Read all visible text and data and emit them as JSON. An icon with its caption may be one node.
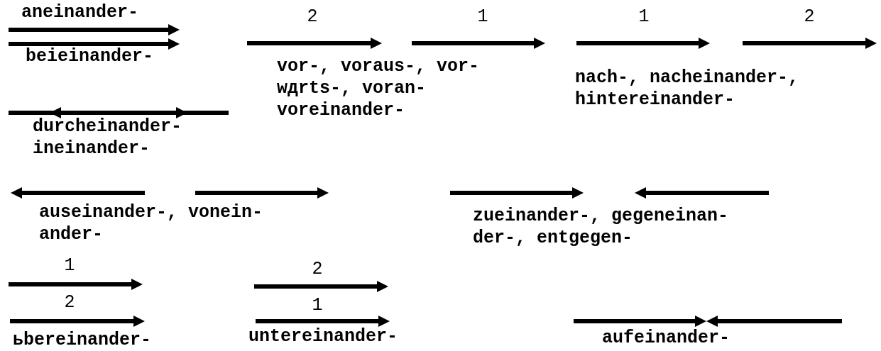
{
  "diagram": {
    "labels": [
      "aneinander-",
      "2",
      "1",
      "1",
      "2",
      "beieinander-",
      "vor-, voraus-, vor- wдrts-, voran- voreinander-",
      "nach-, nacheinander-, hintereinander-",
      "durcheinander- ineinander-",
      "auseinander-, vonein- ander-",
      "zueinander-, gegeneinan- der-, entgegen-",
      "1",
      "2",
      "2",
      "1",
      "ьbereinander-",
      "untereinander-",
      "aufeinander-"
    ]
  }
}
